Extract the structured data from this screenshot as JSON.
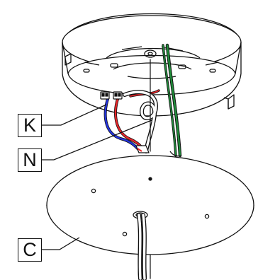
{
  "callouts": {
    "k": "K",
    "n": "N",
    "c": "C"
  },
  "colors": {
    "line": "#111111",
    "wire_red": "#e8262a",
    "wire_blue": "#2434e0",
    "wire_green": "#1f8f3a",
    "wire_white": "#ffffff",
    "background": "#ffffff"
  }
}
